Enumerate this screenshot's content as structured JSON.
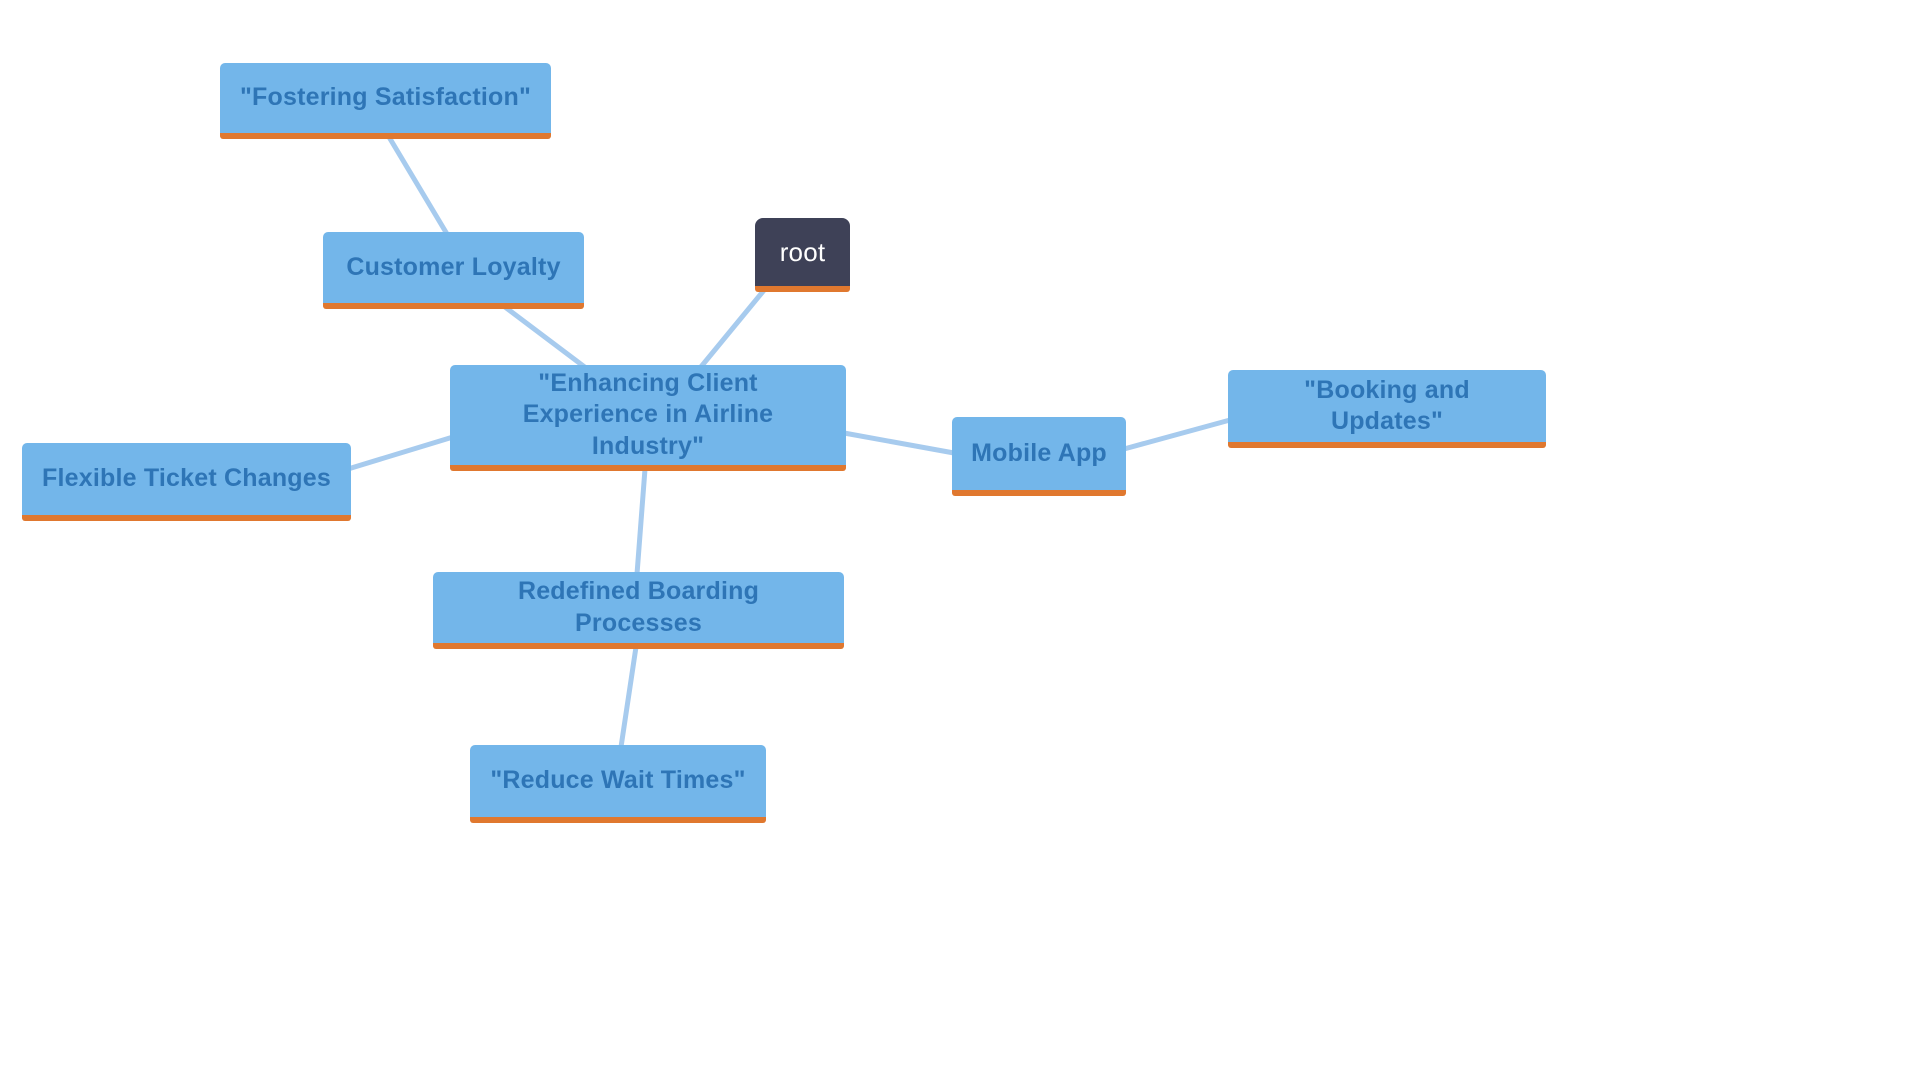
{
  "diagram": {
    "type": "mindmap",
    "colors": {
      "node_fill": "#73B6EA",
      "node_text": "#2E75B6",
      "node_underline": "#E0782F",
      "root_fill": "#3E4157",
      "root_text": "#FFFFFF",
      "edge": "#A7CBEE",
      "background": "#FFFFFF"
    },
    "nodes": [
      {
        "id": "root",
        "label": "root"
      },
      {
        "id": "central",
        "label": "\"Enhancing Client Experience in Airline Industry\""
      },
      {
        "id": "customer-loyalty",
        "label": "Customer Loyalty"
      },
      {
        "id": "fostering-satisfaction",
        "label": "\"Fostering Satisfaction\""
      },
      {
        "id": "flexible-ticket-changes",
        "label": "Flexible Ticket Changes"
      },
      {
        "id": "redefined-boarding-processes",
        "label": "Redefined Boarding Processes"
      },
      {
        "id": "reduce-wait-times",
        "label": "\"Reduce Wait Times\""
      },
      {
        "id": "mobile-app",
        "label": "Mobile App"
      },
      {
        "id": "booking-and-updates",
        "label": "\"Booking and Updates\""
      }
    ],
    "edges": [
      {
        "from": "root",
        "to": "central"
      },
      {
        "from": "customer-loyalty",
        "to": "central"
      },
      {
        "from": "fostering-satisfaction",
        "to": "customer-loyalty"
      },
      {
        "from": "flexible-ticket-changes",
        "to": "central"
      },
      {
        "from": "central",
        "to": "redefined-boarding-processes"
      },
      {
        "from": "redefined-boarding-processes",
        "to": "reduce-wait-times"
      },
      {
        "from": "central",
        "to": "mobile-app"
      },
      {
        "from": "mobile-app",
        "to": "booking-and-updates"
      }
    ]
  }
}
